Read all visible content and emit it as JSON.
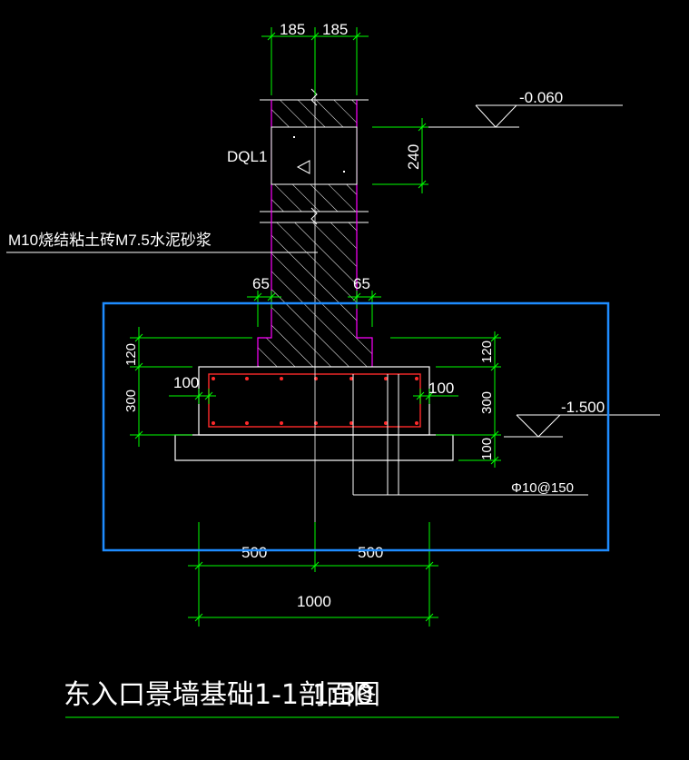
{
  "drawing": {
    "title": "东入口景墙基础1-1剖面图",
    "scale": "1:30",
    "beam_label": "DQL1",
    "material_note": "M10烧结粘土砖M7.5水泥砂浆",
    "rebar_note": "Φ10@150",
    "elevation_top": "-0.060",
    "elevation_bottom": "-1.500"
  },
  "dimensions": {
    "wall_half_left": "185",
    "wall_half_right": "185",
    "beam_height": "240",
    "step_left": "65",
    "step_right": "65",
    "step_height_left": "120",
    "step_height_right": "120",
    "footing_height_left": "300",
    "footing_height_right": "300",
    "cover_left": "100",
    "cover_right": "100",
    "cushion_height": "100",
    "base_half_left": "500",
    "base_half_right": "500",
    "base_total": "1000"
  },
  "colors": {
    "background": "#000000",
    "dimension": "#00ff00",
    "outline": "#ffffff",
    "rebar": "#ff2a2a",
    "edge": "#ff00ff",
    "selection": "#1e8cff"
  }
}
